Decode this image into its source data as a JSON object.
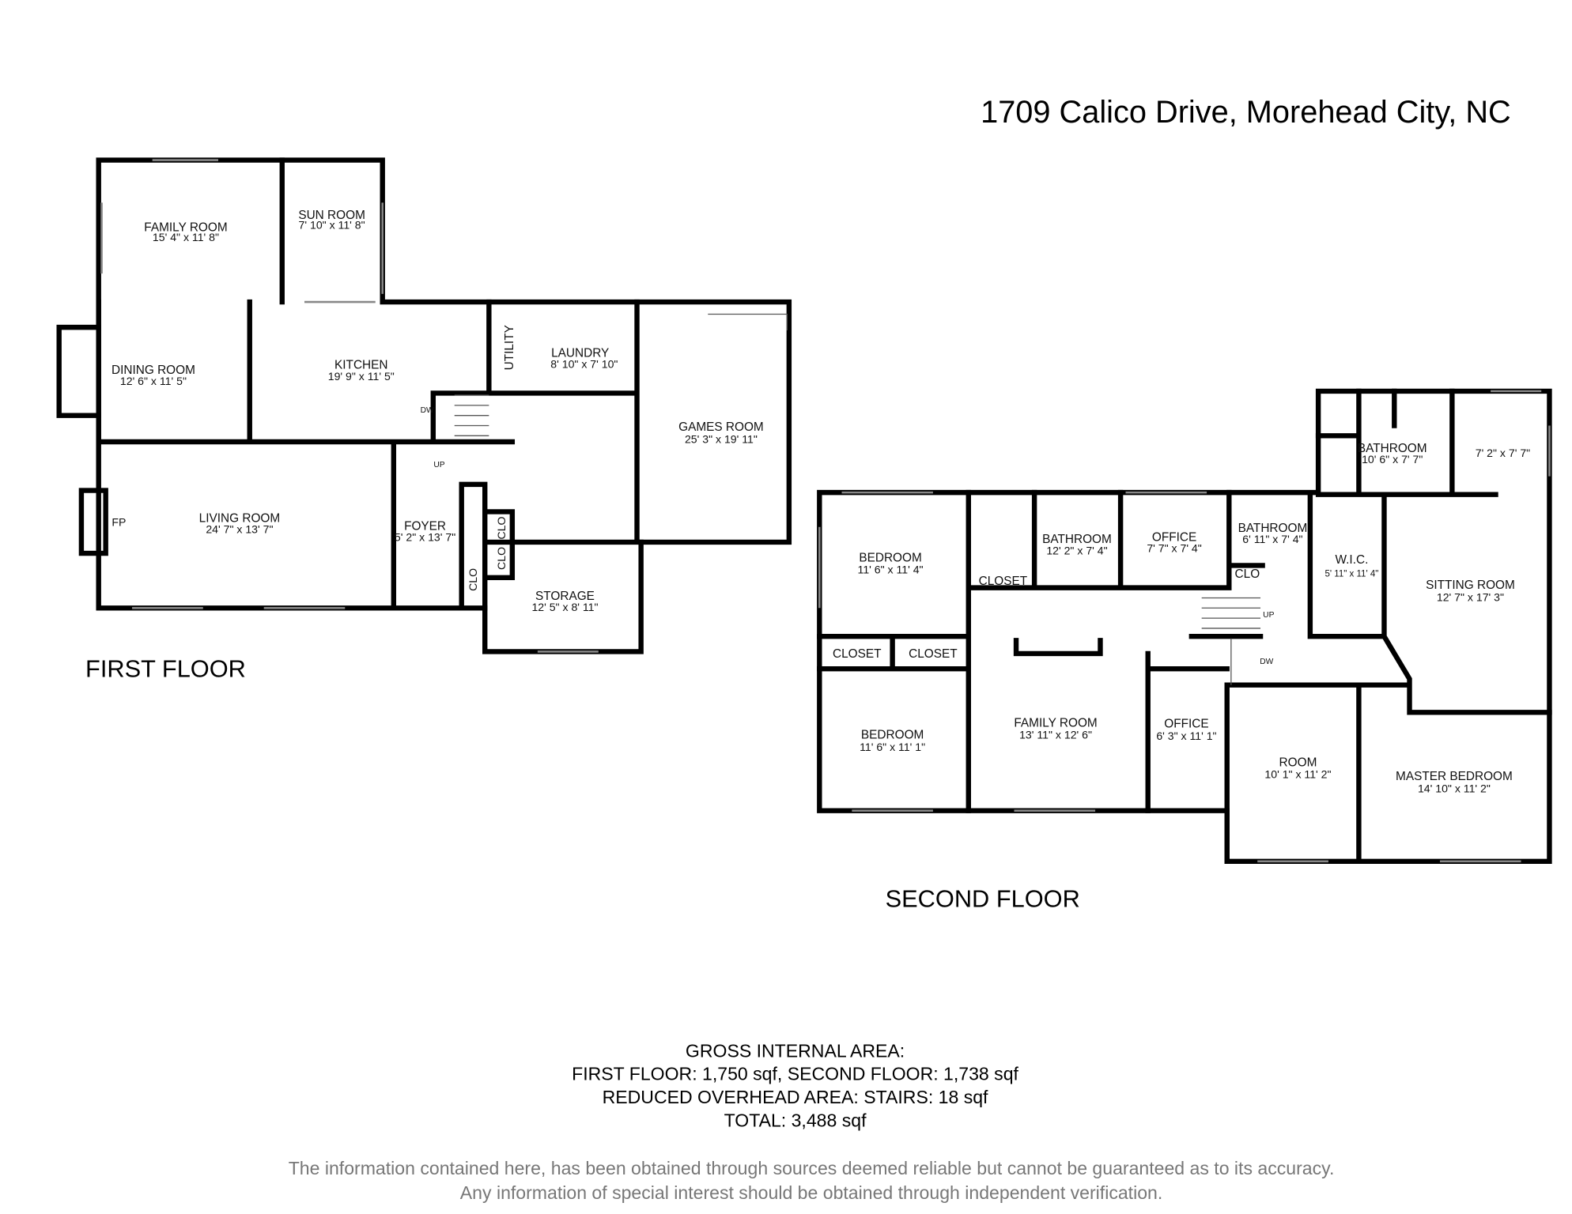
{
  "title": "1709 Calico Drive, Morehead City, NC",
  "first_floor": {
    "label": "FIRST FLOOR",
    "rooms": [
      {
        "name": "FAMILY ROOM",
        "dims": "15' 4\" x 11' 8\""
      },
      {
        "name": "SUN ROOM",
        "dims": "7' 10\" x 11' 8\""
      },
      {
        "name": "DINING ROOM",
        "dims": "12' 6\" x 11' 5\""
      },
      {
        "name": "KITCHEN",
        "dims": "19' 9\" x 11' 5\""
      },
      {
        "name": "UTILITY",
        "dims": ""
      },
      {
        "name": "LAUNDRY",
        "dims": "8' 10\" x 7' 10\""
      },
      {
        "name": "GAMES ROOM",
        "dims": "25' 3\" x 19' 11\""
      },
      {
        "name": "LIVING ROOM",
        "dims": "24' 7\" x 13' 7\""
      },
      {
        "name": "FOYER",
        "dims": "5' 2\" x 13' 7\""
      },
      {
        "name": "STORAGE",
        "dims": "12' 5\" x 8' 11\""
      }
    ],
    "small_labels": {
      "fp": "FP",
      "up": "UP",
      "dw": "DW",
      "clo1": "CLO",
      "clo2": "CLO",
      "clo3": "CLO"
    }
  },
  "second_floor": {
    "label": "SECOND FLOOR",
    "rooms": [
      {
        "name": "BEDROOM",
        "dims": "11' 6\" x 11' 4\""
      },
      {
        "name": "BATHROOM",
        "dims": "12' 2\" x 7' 4\""
      },
      {
        "name": "OFFICE",
        "dims": "7' 7\" x 7' 4\""
      },
      {
        "name": "BATHROOM",
        "dims": "6' 11\" x 7' 4\""
      },
      {
        "name": "BATHROOM",
        "dims": "10' 6\" x 7' 7\""
      },
      {
        "name": "",
        "dims": "7' 2\" x 7' 7\""
      },
      {
        "name": "W.I.C.",
        "dims": "5' 11\" x 11' 4\""
      },
      {
        "name": "SITTING ROOM",
        "dims": "12' 7\" x 17' 3\""
      },
      {
        "name": "BEDROOM",
        "dims": "11' 6\" x 11' 1\""
      },
      {
        "name": "FAMILY ROOM",
        "dims": "13' 11\" x 12' 6\""
      },
      {
        "name": "OFFICE",
        "dims": "6' 3\" x 11' 1\""
      },
      {
        "name": "ROOM",
        "dims": "10' 1\" x 11' 2\""
      },
      {
        "name": "MASTER BEDROOM",
        "dims": "14' 10\" x 11' 2\""
      }
    ],
    "small_labels": {
      "closet1": "CLOSET",
      "closet2": "CLOSET",
      "closet3": "CLOSET",
      "clo": "CLO",
      "up": "UP",
      "dw": "DW"
    }
  },
  "area_summary": {
    "line1": "GROSS INTERNAL AREA:",
    "line2": "FIRST FLOOR: 1,750 sqf, SECOND FLOOR: 1,738 sqf",
    "line3": "REDUCED OVERHEAD AREA: STAIRS: 18 sqf",
    "line4": "TOTAL: 3,488 sqf"
  },
  "disclaimer": {
    "line1": "The information contained here, has been obtained through sources deemed reliable but cannot be guaranteed as to its accuracy.",
    "line2": "Any information of special interest should be obtained through independent verification."
  }
}
